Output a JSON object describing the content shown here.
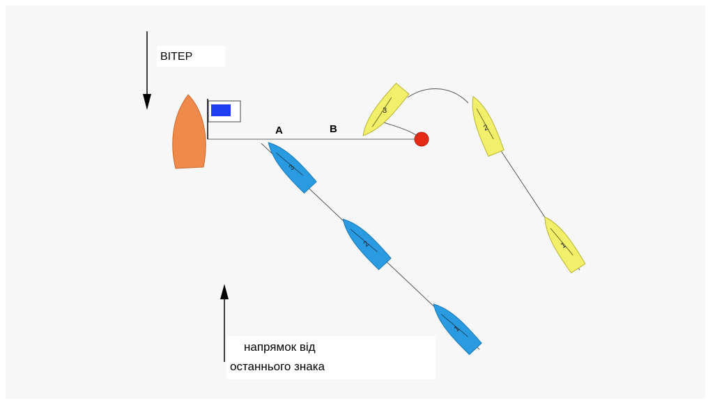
{
  "wind_label": "ВІТЕР",
  "direction_label_line1": "напрямок від",
  "direction_label_line2": "останнього знака",
  "point_a": "A",
  "point_b": "B",
  "boat_numbers": {
    "blue_1": "1",
    "blue_2": "2",
    "blue_3": "3",
    "yellow_1": "1",
    "yellow_2": "2",
    "yellow_3": "3"
  },
  "colors": {
    "committee_boat": "#f08a4b",
    "flag": "#1f3df0",
    "blue_boat": "#2a9be0",
    "yellow_boat": "#f2ef6a",
    "mark": "#e32b16",
    "line": "#333333"
  }
}
